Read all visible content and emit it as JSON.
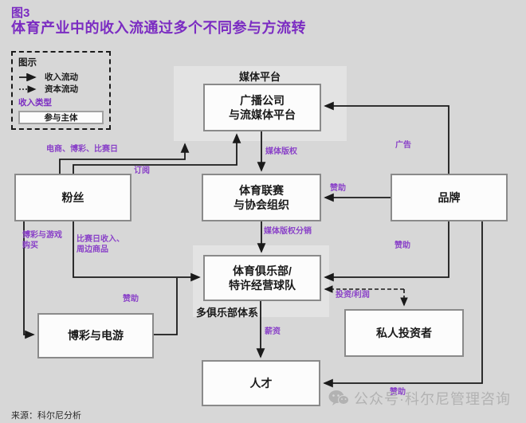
{
  "title": {
    "figure_number": "图3",
    "text": "体育产业中的收入流通过多个不同参与方流转"
  },
  "legend": {
    "title": "图示",
    "revenue_flow": "收入流动",
    "capital_flow": "资本流动",
    "revenue_type": "收入类型",
    "participant": "参与主体"
  },
  "containers": {
    "media_platform": "媒体平台",
    "multi_club": "多俱乐部体系"
  },
  "nodes": {
    "broadcaster": "广播公司\n与流媒体平台",
    "league": "体育联赛\n与协会组织",
    "fans": "粉丝",
    "brands": "品牌",
    "clubs": "体育俱乐部/\n特许经营球队",
    "betting": "博彩与电游",
    "investors": "私人投资者",
    "talent": "人才"
  },
  "flow_labels": {
    "ecommerce_betting_matchday": "电商、博彩、比赛日",
    "subscription": "订阅",
    "media_rights": "媒体版权",
    "media_rights_distribution": "媒体版权分销",
    "advertising": "广告",
    "sponsorship_league": "赞助",
    "sponsorship_clubs": "赞助",
    "sponsorship_talent": "赞助",
    "sponsorship_betting": "赞助",
    "betting_game_purchase": "博彩与游戏\n购买",
    "matchday_merchandise": "比赛日收入、\n周边商品",
    "investment_profit": "投资/利润",
    "salary": "薪资"
  },
  "footer": {
    "source": "来源：科尔尼分析",
    "watermark": "公众号·科尔尼管理咨询"
  },
  "colors": {
    "accent": "#7B2CC2",
    "flow_label": "#8A42C8",
    "background": "#D7D7D7",
    "container": "#E3E3E3",
    "node_border": "#8A8A8A",
    "arrow": "#1A1A1A",
    "watermark": "#B2B2B2"
  }
}
